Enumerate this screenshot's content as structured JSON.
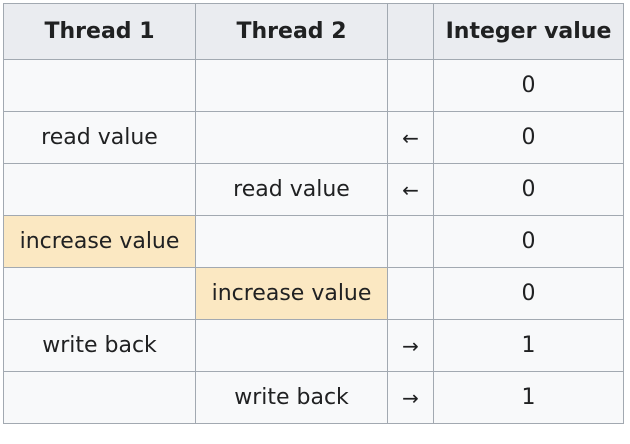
{
  "headers": [
    "Thread 1",
    "Thread 2",
    "",
    "Integer value"
  ],
  "rows": [
    {
      "t1": "",
      "t2": "",
      "arrow": "",
      "value": "0",
      "hl1": false,
      "hl2": false
    },
    {
      "t1": "read value",
      "t2": "",
      "arrow": "←",
      "value": "0",
      "hl1": false,
      "hl2": false
    },
    {
      "t1": "",
      "t2": "read value",
      "arrow": "←",
      "value": "0",
      "hl1": false,
      "hl2": false
    },
    {
      "t1": "increase value",
      "t2": "",
      "arrow": "",
      "value": "0",
      "hl1": true,
      "hl2": false
    },
    {
      "t1": "",
      "t2": "increase value",
      "arrow": "",
      "value": "0",
      "hl1": false,
      "hl2": true
    },
    {
      "t1": "write back",
      "t2": "",
      "arrow": "→",
      "value": "1",
      "hl1": false,
      "hl2": false
    },
    {
      "t1": "",
      "t2": "write back",
      "arrow": "→",
      "value": "1",
      "hl1": false,
      "hl2": false
    }
  ],
  "colors": {
    "header_bg": "#eaecf0",
    "cell_bg": "#f8f9fa",
    "highlight_bg": "#fbe8c2",
    "border": "#a2a9b1"
  }
}
